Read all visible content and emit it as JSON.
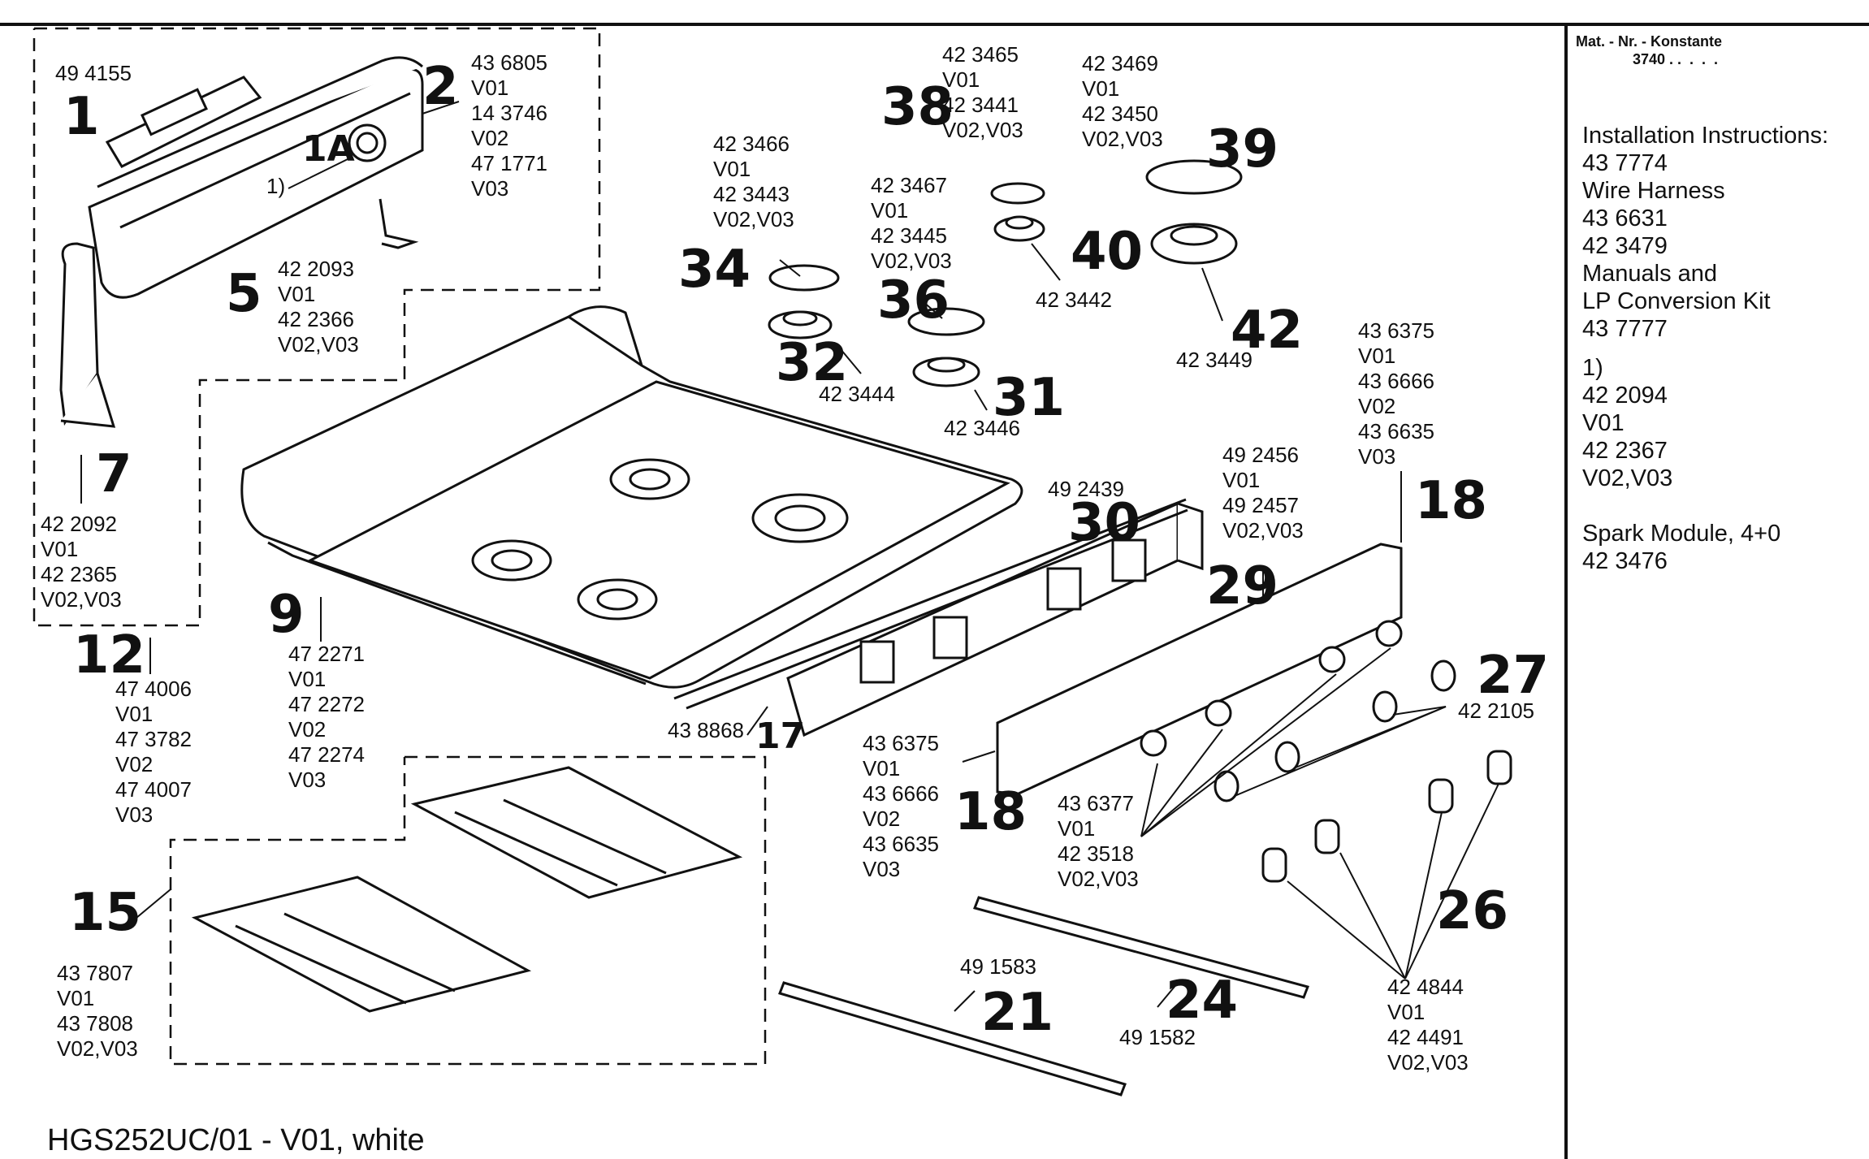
{
  "header": {
    "constant_label": "Mat. - Nr. - Konstante",
    "constant_value": "3740 . .  .  .  ."
  },
  "sidebar": {
    "lines": [
      "Installation Instructions:",
      "43 7774",
      "Wire Harness",
      "43 6631",
      "42 3479",
      "Manuals and",
      "LP Conversion Kit",
      "43 7777",
      "",
      "1)",
      "42 2094",
      "V01",
      "42 2367",
      "V02,V03",
      "",
      "Spark Module, 4+0",
      "42 3476"
    ]
  },
  "model_line": "HGS252UC/01 - V01, white",
  "callouts": {
    "c1": "1",
    "c1a": "1A",
    "c2": "2",
    "c5": "5",
    "c7": "7",
    "c9": "9",
    "c12": "12",
    "c15": "15",
    "c17": "17",
    "c18a": "18",
    "c18b": "18",
    "c21": "21",
    "c24": "24",
    "c26": "26",
    "c27": "27",
    "c29": "29",
    "c30": "30",
    "c31": "31",
    "c32": "32",
    "c34": "34",
    "c36": "36",
    "c38": "38",
    "c39": "39",
    "c40": "40",
    "c42": "42",
    "note1": "1)"
  },
  "parts": {
    "p1": "49 4155",
    "p2": "43 6805\nV01\n14 3746\nV02\n47 1771\nV03",
    "p5": "42 2093\nV01\n42 2366\nV02,V03",
    "p7": "42 2092\nV01\n42 2365\nV02,V03",
    "p9": "47 2271\nV01\n47 2272\nV02\n47 2274\nV03",
    "p12": "47 4006\nV01\n47 3782\nV02\n47 4007\nV03",
    "p15": "43 7807\nV01\n43 7808\nV02,V03",
    "p17": "43 8868",
    "p18a": "43 6375\nV01\n43 6666\nV02\n43 6635\nV03",
    "p18b": "43 6375\nV01\n43 6666\nV02\n43 6635\nV03",
    "p21": "49 1583",
    "p24": "49 1582",
    "p26": "42 4844\nV01\n42 4491\nV02,V03",
    "p27": "42 2105",
    "p29": "49 2456\nV01\n49 2457\nV02,V03",
    "p30": "49 2439",
    "p31": "42 3446",
    "p32": "42 3444",
    "p34": "42 3466\nV01\n42 3443\nV02,V03",
    "p36": "42 3467\nV01\n42 3445\nV02,V03",
    "p38": "42 3465\nV01\n42 3441\nV02,V03",
    "p39": "42 3469\nV01\n42 3450\nV02,V03",
    "p40": "42 3442",
    "p42": "42 3449",
    "p_knobring": "43 6377\nV01\n42 3518\nV02,V03"
  }
}
